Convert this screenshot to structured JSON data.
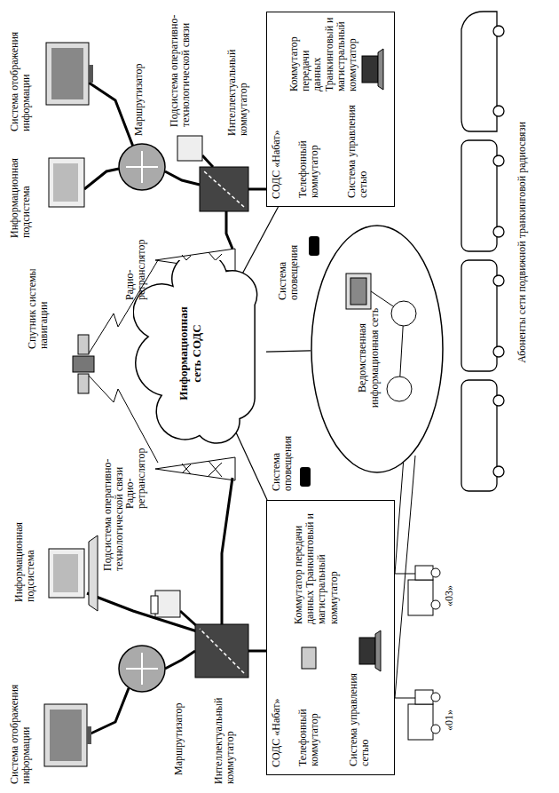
{
  "diagram": {
    "nodes": [
      {
        "text": [
          "СОДС «Набат»"
        ]
      },
      {
        "text": [
          "Информационная сеть СОДС"
        ]
      },
      {
        "text": [
          "Ведомственная информационная сеть"
        ]
      },
      {
        "text": [
          "СОДС «Набат»"
        ]
      }
    ],
    "edges": [
      {
        "from": 0,
        "to": 1,
        "arrow": "none"
      },
      {
        "from": 3,
        "to": 1,
        "arrow": "none"
      },
      {
        "from": 1,
        "to": 2,
        "arrow": "none"
      }
    ],
    "labels": [
      "Система отображения информации",
      "Информационная подсистема",
      "Маршрутизатор",
      "Подсистема оперативно-технологической связи",
      "Интеллектуальный коммутатор",
      "Телефонный коммутатор",
      "Коммутатор передачи данных Транкинговый и магистральный коммутатор",
      "Система управления сетью",
      "Радио-ретранслятор",
      "Система оповещения",
      "Спутник системы навигации",
      "Система отображения информации",
      "Информационная подсистема",
      "Маршрутизатор",
      "Подсистема оперативно-технологической связи",
      "Интеллектуальный коммутатор",
      "Радио-ретранслятор",
      "Система оповещения",
      "Телефонный коммутатор",
      "Коммутатор передачи данных Транкинговый и магистральный коммутатор",
      "Система управления сетью",
      "«03»",
      "«01»",
      "Абоненты сети подвижной транкинговой радиосвязи"
    ]
  }
}
